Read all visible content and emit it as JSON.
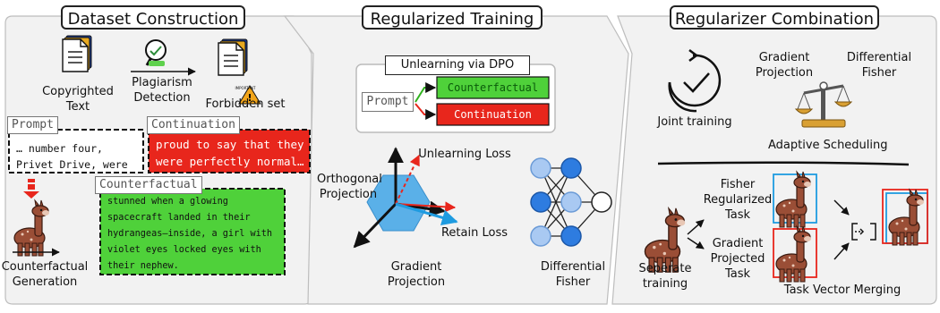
{
  "panels": {
    "dataset": {
      "title": "Dataset Construction",
      "copyrighted_text": [
        "Copyrighted",
        "Text"
      ],
      "plagiarism_detection": [
        "Plagiarism",
        "Detection"
      ],
      "forbidden_set": "Forbidden set",
      "important_label": "IMPORTANT",
      "prompt_tag": "Prompt",
      "prompt_text": [
        "… number four,",
        "Privet Drive, were"
      ],
      "continuation_tag": "Continuation",
      "continuation_text": [
        "proud to say that they",
        "were perfectly normal…"
      ],
      "counterfactual_tag": "Counterfactual",
      "counterfactual_text": [
        "stunned when a glowing",
        "spacecraft landed in their",
        "hydrangeas—inside, a girl with",
        "violet eyes locked eyes with",
        "their nephew."
      ],
      "counterfactual_generation": [
        "Counterfactual",
        "Generation"
      ]
    },
    "training": {
      "title": "Regularized Training",
      "dpo_title": "Unlearning via DPO",
      "dpo_prompt": "Prompt",
      "dpo_counterfactual": "Counterfactual",
      "dpo_continuation": "Continuation",
      "unlearning_loss": "Unlearning Loss",
      "orthogonal_projection": [
        "Orthogonal",
        "Projection"
      ],
      "retain_loss": "Retain Loss",
      "gradient_projection": [
        "Gradient",
        "Projection"
      ],
      "differential_fisher": [
        "Differential",
        "Fisher"
      ]
    },
    "combination": {
      "title": "Regularizer Combination",
      "joint_training": "Joint training",
      "gradient_projection": [
        "Gradient",
        "Projection"
      ],
      "differential_fisher": [
        "Differential",
        "Fisher"
      ],
      "adaptive_scheduling": "Adaptive Scheduling",
      "fisher_task": [
        "Fisher",
        "Regularized",
        "Task"
      ],
      "gradient_task": [
        "Gradient",
        "Projected",
        "Task"
      ],
      "separate_training": [
        "Seperate",
        "training"
      ],
      "task_vector_merging": "Task Vector Merging"
    }
  },
  "colors": {
    "panel_fill": "#f2f2f2",
    "counterfactual_green": "#4fd13a",
    "continuation_red": "#e8261c",
    "alpaca_brown": "#9a4e36",
    "retain_blue": "#1e9be0",
    "hexagon_blue": "#5ab0e8",
    "neuron_blue": "#2e7ce0"
  }
}
